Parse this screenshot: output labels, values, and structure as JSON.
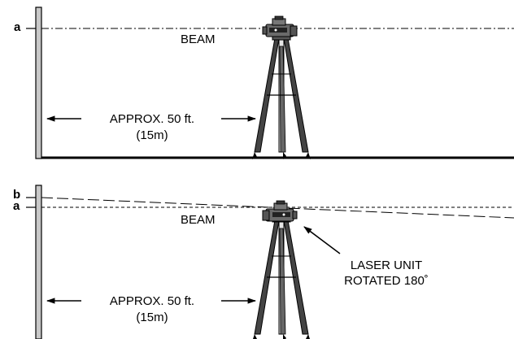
{
  "top_panel": {
    "marker": "a",
    "beam_label": "BEAM",
    "distance_line1": "APPROX. 50 ft.",
    "distance_line2": "(15m)"
  },
  "bottom_panel": {
    "marker_upper": "b",
    "marker_lower": "a",
    "beam_label": "BEAM",
    "rotation_line1": "LASER UNIT",
    "rotation_line2": "ROTATED 180˚",
    "distance_line1": "APPROX. 50 ft.",
    "distance_line2": "(15m)"
  }
}
